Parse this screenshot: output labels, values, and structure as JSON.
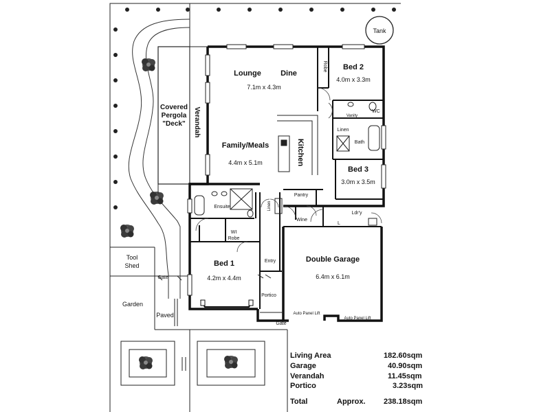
{
  "rooms": {
    "lounge": "Lounge",
    "dine": "Dine",
    "lounge_dim": "7.1m x 4.3m",
    "bed2": "Bed 2",
    "bed2_dim": "4.0m x 3.3m",
    "robe": "Robe",
    "vanity": "Vanity",
    "wc": "WC",
    "linen": "Linen",
    "bath": "Bath",
    "family": "Family/Meals",
    "family_dim": "4.4m x 5.1m",
    "kitchen": "Kitchen",
    "bed3": "Bed 3",
    "bed3_dim": "3.0m x 3.5m",
    "pantry": "Pantry",
    "linen2": "Linen",
    "ensuite": "Ensuite",
    "wine": "Wine",
    "ldry": "Ldr'y",
    "ldry_l": "L",
    "wi": "WI",
    "wi_robe": "Robe",
    "bed1": "Bed 1",
    "bed1_dim": "4.2m x 4.4m",
    "entry": "Entry",
    "portico": "Portico",
    "garage": "Double Garage",
    "garage_dim": "6.4m x 6.1m",
    "verandah": "Verandah",
    "pergola_1": "Covered",
    "pergola_2": "Pergola",
    "pergola_3": "\"Deck\"",
    "tank": "Tank",
    "tool_1": "Tool",
    "tool_2": "Shed",
    "garden": "Garden",
    "paved": "Paved",
    "gate_side": "Gate",
    "gate_front": "Gate",
    "auto_panel_1": "Auto Panel Lift",
    "auto_panel_2": "Auto Panel Lift"
  },
  "areas": [
    {
      "label": "Living Area",
      "value": "182.60sqm"
    },
    {
      "label": "Garage",
      "value": "40.90sqm"
    },
    {
      "label": "Verandah",
      "value": "11.45sqm"
    },
    {
      "label": "Portico",
      "value": "3.23sqm"
    }
  ],
  "total": {
    "label": "Total",
    "approx": "Approx.",
    "value": "238.18sqm"
  }
}
